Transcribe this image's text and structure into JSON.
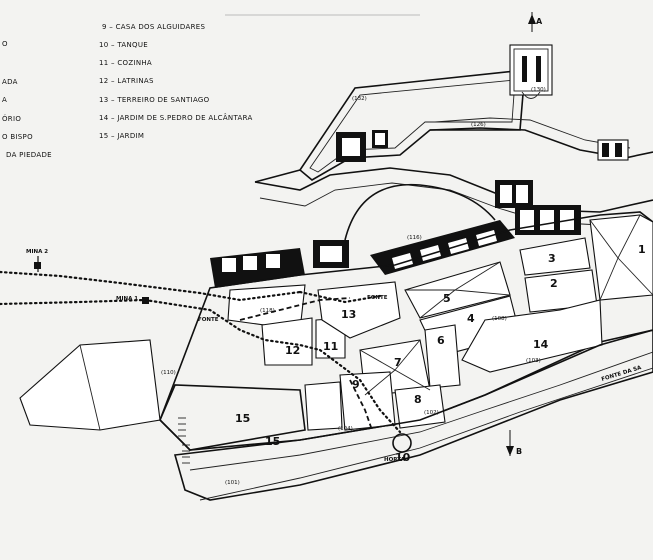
{
  "legend": {
    "left_col": [
      "O",
      "ADA",
      "A",
      "ÓRIO",
      "O BISPO",
      "DA PIEDADE"
    ],
    "right_col": [
      "9 – CASA DOS ALGUIDARES",
      "10 – TANQUE",
      "11 – COZINHA",
      "12 – LATRINAS",
      "13 – TERREIRO DE SANTIAGO",
      "14 – JARDIM DE S.PEDRO DE ALCÂNTARA",
      "15 – JARDIM"
    ]
  },
  "plan": {
    "zones": [
      "1",
      "2",
      "3",
      "4",
      "5",
      "6",
      "7",
      "8",
      "9",
      "10",
      "11",
      "12",
      "13",
      "14",
      "15",
      "15"
    ],
    "codes": [
      "(132)",
      "(130)",
      "(126)",
      "(116)",
      "(118)",
      "(108)",
      "(103)",
      "(110)",
      "(104)",
      "(102)",
      "(101)"
    ],
    "labels": {
      "mina2": "MINA 2",
      "mina1": "MINA 1",
      "fonte_a": "FONTE",
      "fonte_b": "FONTE",
      "horta": "HORTA",
      "fonte_sa": "FONTE DA SA",
      "section_a": "A",
      "section_b": "B"
    }
  }
}
